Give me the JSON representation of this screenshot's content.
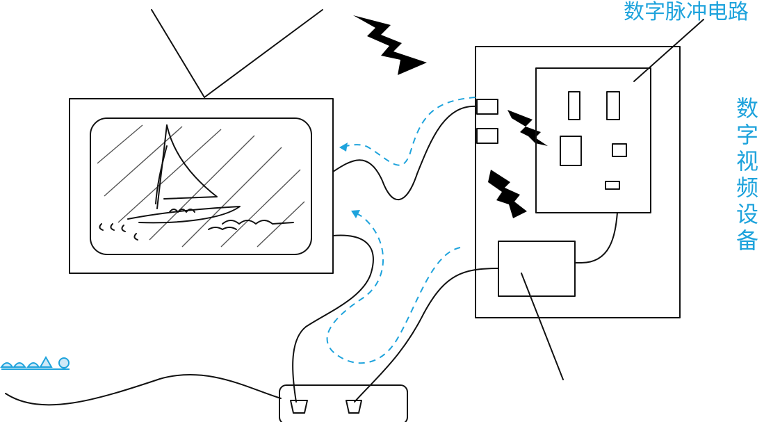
{
  "labels": {
    "circuit": "数字脉冲电路",
    "device_vertical": [
      "数",
      "字",
      "视",
      "频",
      "设",
      "备"
    ]
  },
  "colors": {
    "label": "#1ea3dc",
    "line": "#111111",
    "signal_arrow": "#1ea3dc"
  }
}
